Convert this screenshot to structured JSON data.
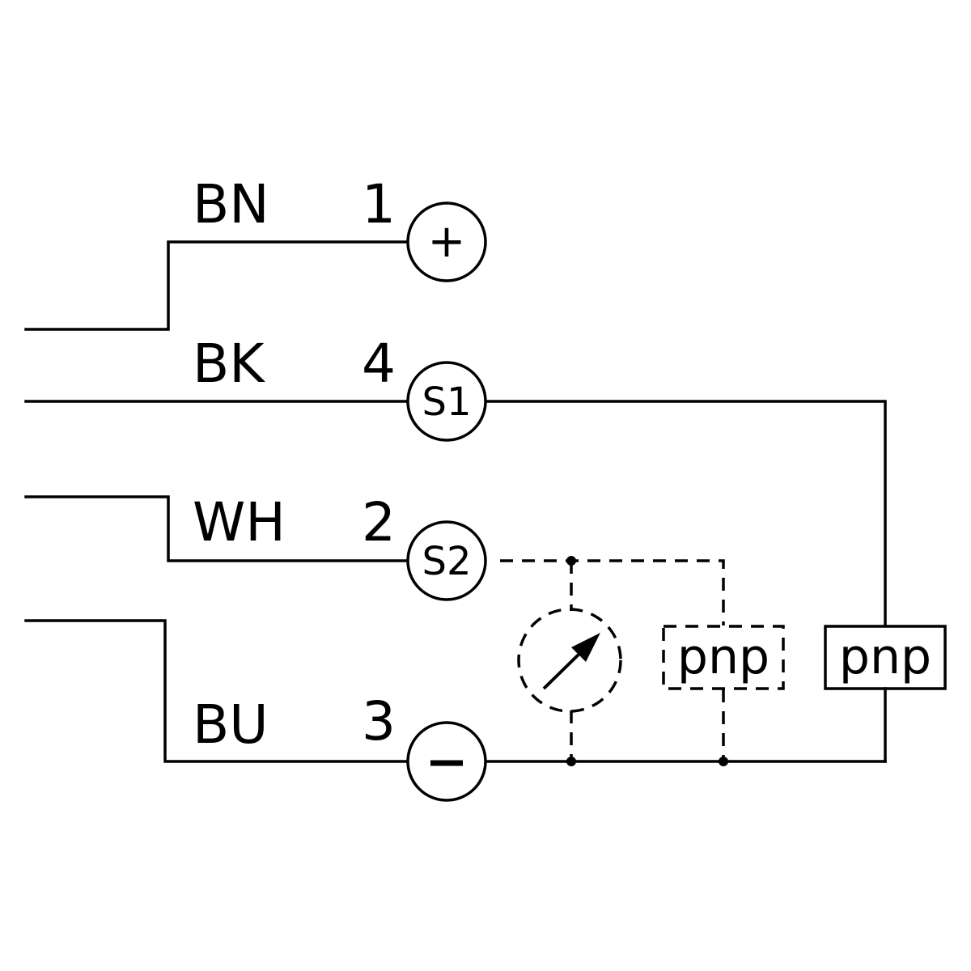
{
  "wires": [
    {
      "color_code": "BN",
      "pin": "1",
      "terminal": "+"
    },
    {
      "color_code": "BK",
      "pin": "4",
      "terminal": "S1"
    },
    {
      "color_code": "WH",
      "pin": "2",
      "terminal": "S2"
    },
    {
      "color_code": "BU",
      "pin": "3",
      "terminal": "−"
    }
  ],
  "outputs": {
    "optional_output_label": "pnp",
    "fixed_output_label": "pnp"
  },
  "icons": {
    "meter": "adjustable-gauge-icon"
  }
}
